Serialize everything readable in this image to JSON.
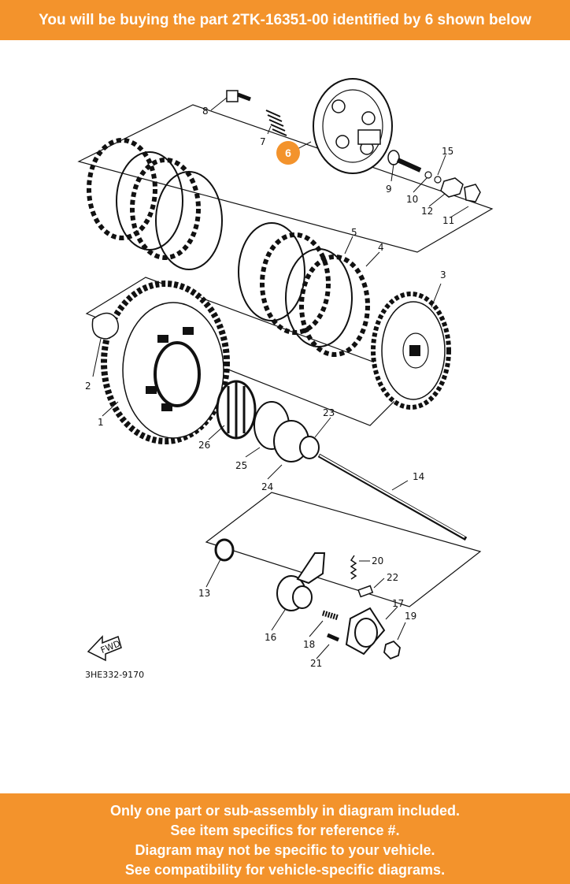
{
  "header": {
    "text": "You will be buying the part 2TK-16351-00 identified by 6 shown below"
  },
  "diagram": {
    "code": "3HE332-9170",
    "fwd_label": "FWD",
    "highlight_number": "6",
    "highlight_color": "#f3932c",
    "callouts": {
      "c1": "1",
      "c2": "2",
      "c3": "3",
      "c4": "4",
      "c5": "5",
      "c7": "7",
      "c8": "8",
      "c9": "9",
      "c10": "10",
      "c11": "11",
      "c12": "12",
      "c13": "13",
      "c14": "14",
      "c15": "15",
      "c16": "16",
      "c17": "17",
      "c18": "18",
      "c19": "19",
      "c20": "20",
      "c21": "21",
      "c22": "22",
      "c23": "23",
      "c24": "24",
      "c25": "25",
      "c26": "26"
    }
  },
  "footer": {
    "lines": [
      "Only one part or sub-assembly in diagram included.",
      "See item specifics for reference #.",
      "Diagram may not be specific to your vehicle.",
      "See compatibility for vehicle-specific diagrams."
    ]
  }
}
